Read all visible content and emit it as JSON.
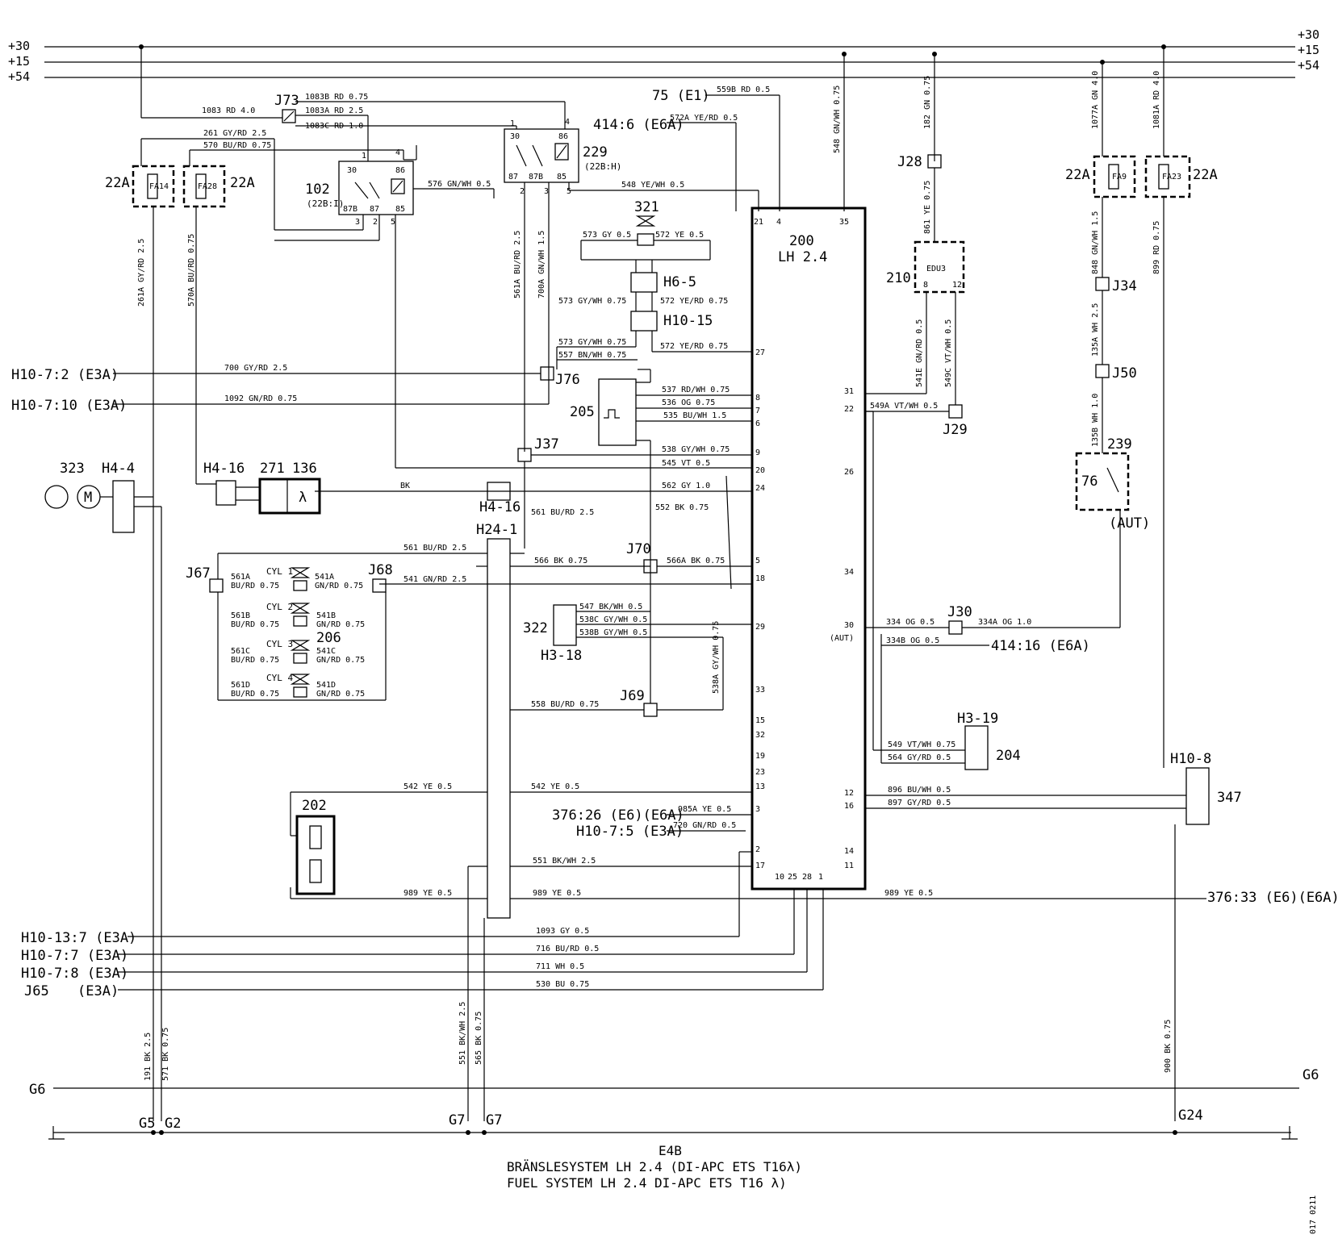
{
  "buses": {
    "left": [
      "+30",
      "+15",
      "+54"
    ],
    "right": [
      "+30",
      "+15",
      "+54"
    ]
  },
  "components": {
    "ecu": {
      "id": "200",
      "name": "LH 2.4"
    },
    "relay_102": {
      "id": "102",
      "ref": "(22B:I)",
      "pins": [
        "30",
        "86",
        "87B",
        "87",
        "85",
        "1",
        "3",
        "2",
        "4",
        "5"
      ]
    },
    "relay_229": {
      "id": "229",
      "ref": "(22B:H)",
      "pins": [
        "30",
        "86",
        "87",
        "87B",
        "85",
        "1",
        "4",
        "2",
        "3",
        "5"
      ]
    },
    "fuse_fa14": {
      "label": "FA14",
      "rating": "22A"
    },
    "fuse_fa28": {
      "label": "FA28",
      "rating": "22A"
    },
    "fuse_fa9": {
      "label": "FA9",
      "rating": "22A"
    },
    "fuse_fa23": {
      "label": "FA23",
      "rating": "22A"
    },
    "valve_321": {
      "id": "321"
    },
    "sensor_205": {
      "id": "205"
    },
    "unit_210": {
      "id": "210",
      "name": "EDU3",
      "pins": [
        "8",
        "12"
      ]
    },
    "pump_323": {
      "id": "323"
    },
    "lambda_271": {
      "id": "271"
    },
    "lambda_136": {
      "id": "136"
    },
    "injectors_206": {
      "id": "206",
      "cyl": [
        "CYL 1",
        "CYL 2",
        "CYL 3",
        "CYL 4"
      ]
    },
    "tps_322": {
      "id": "322"
    },
    "sensor_202": {
      "id": "202"
    },
    "switch_239": {
      "id": "239",
      "inner": "76",
      "note": "(AUT)"
    },
    "unit_204": {
      "id": "204"
    },
    "unit_347": {
      "id": "347"
    }
  },
  "connectors": {
    "J73": "J73",
    "J28": "J28",
    "J34": "J34",
    "J50": "J50",
    "J29": "J29",
    "J76": "J76",
    "J37": "J37",
    "J67": "J67",
    "J68": "J68",
    "J70": "J70",
    "J69": "J69",
    "J30": "J30",
    "H6_5": "H6-5",
    "H10_15": "H10-15",
    "H4_4": "H4-4",
    "H4_16a": "H4-16",
    "H4_16b": "H4-16",
    "H24_1": "H24-1",
    "H3_18": "H3-18",
    "H3_19": "H3-19",
    "H10_8": "H10-8"
  },
  "refs": {
    "r75": "75 (E1)",
    "r414a": "414:6 (E6A)",
    "r414b": "414:16 (E6A)",
    "r376a": "376:26 (E6)(E6A)",
    "r376b": "376:33 (E6)(E6A)",
    "h10_7_5": "H10-7:5 (E3A)",
    "h10_7_2": "H10-7:2 (E3A)",
    "h10_7_10": "H10-7:10 (E3A)",
    "h10_13_7": "H10-13:7 (E3A)",
    "h10_7_7": "H10-7:7 (E3A)",
    "h10_7_8": "H10-7:8 (E3A)",
    "j65": "J65",
    "j65_ref": "(E3A)"
  },
  "grounds": {
    "G6": "G6",
    "G6r": "G6",
    "G5": "G5",
    "G2": "G2",
    "G7a": "G7",
    "G7b": "G7",
    "G24": "G24"
  },
  "wires": {
    "w1083": "1083 RD 4.0",
    "w1083b": "1083B RD 0.75",
    "w1083a": "1083A RD 2.5",
    "w1083c": "1083C RD 1.0",
    "w261": "261 GY/RD 2.5",
    "w570": "570 BU/RD 0.75",
    "w576": "576 GN/WH 0.5",
    "w572a": "572A YE/RD 0.5",
    "w559b": "559B RD 0.5",
    "w548": "548 YE/WH 0.5",
    "w548g": "548 GN/WH 0.75",
    "w182": "182 GN 0.75",
    "w861": "861 YE 0.75",
    "w1077": "1077A GN 4.0",
    "w1081": "1081A RD 4.0",
    "w848": "848 GN/WH 1.5",
    "w899": "899 RD 0.75",
    "w135a": "135A WH 2.5",
    "w135b": "135B WH 1.0",
    "w573a": "573 GY 0.5",
    "w572b": "572 YE 0.5",
    "w573c": "573 GY/WH 0.75",
    "w572c": "572 YE/RD 0.75",
    "w573d": "573 GY/WH 0.75",
    "w572d": "572 YE/RD 0.75",
    "w557": "557 BN/WH 0.75",
    "w700": "700 GY/RD 2.5",
    "w1092": "1092 GN/RD 0.75",
    "w561a": "561A BU/RD 2.5",
    "w700a": "700A GN/WH 1.5",
    "w261a": "261A GY/RD 2.5",
    "w570a": "570A BU/RD 0.75",
    "w537": "537 RD/WH 0.75",
    "w536": "536 OG 0.75",
    "w535": "535 BU/WH 1.5",
    "w538": "538 GY/WH 0.75",
    "w545": "545 VT 0.5",
    "w562": "562 GY 1.0",
    "wbk": "BK",
    "w561": "561 BU/RD 2.5",
    "w566": "566 BK 0.75",
    "w566a": "566A BK 0.75",
    "w541": "541 GN/RD 2.5",
    "w552": "552 BK 0.75",
    "w561v": "561 BU/RD 2.5",
    "w547": "547 BK/WH 0.5",
    "w538c": "538C GY/WH 0.5",
    "w538b": "538B GY/WH 0.5",
    "w538a": "538A GY/WH 0.75",
    "w558": "558 BU/RD 0.75",
    "w541e": "541E GN/RD 0.5",
    "w549c": "549C VT/WH 0.5",
    "w549a": "549A VT/WH 0.5",
    "w334": "334 OG 0.5",
    "w334a": "334A OG 1.0",
    "w334b": "334B OG 0.5",
    "w549": "549 VT/WH 0.75",
    "w564": "564 GY/RD 0.5",
    "w896": "896 BU/WH 0.5",
    "w897": "897 GY/RD 0.5",
    "w542a": "542 YE 0.5",
    "w542b": "542 YE 0.5",
    "w985a": "985A YE 0.5",
    "w720": "720 GN/RD 0.5",
    "w551": "551 BK/WH 2.5",
    "w989a": "989 YE 0.5",
    "w989b": "989 YE 0.5",
    "w989c": "989 YE 0.5",
    "w1093": "1093 GY 0.5",
    "w716": "716 BU/RD 0.5",
    "w711": "711 WH 0.5",
    "w530": "530 BU 0.75",
    "w191": "191 BK 2.5",
    "w571": "571 BK 0.75",
    "w551v": "551 BK/WH 2.5",
    "w565": "565 BK 0.75",
    "w900": "900 BK 0.75",
    "inj561a": "561A",
    "inj561a2": "BU/RD 0.75",
    "inj541a": "541A",
    "inj541a2": "GN/RD 0.75",
    "inj561b": "561B",
    "inj561b2": "BU/RD 0.75",
    "inj541b": "541B",
    "inj541b2": "GN/RD 0.75",
    "inj561c": "561C",
    "inj561c2": "BU/RD 0.75",
    "inj541c": "541C",
    "inj541c2": "GN/RD 0.75",
    "inj561d": "561D",
    "inj561d2": "BU/RD 0.75",
    "inj541d": "541D",
    "inj541d2": "GN/RD 0.75"
  },
  "ecu_pins": {
    "p21": "21",
    "p4": "4",
    "p35": "35",
    "p27": "27",
    "p8": "8",
    "p7": "7",
    "p6": "6",
    "p9": "9",
    "p20": "20",
    "p24": "24",
    "p5": "5",
    "p18": "18",
    "p29": "29",
    "p33": "33",
    "p15": "15",
    "p32": "32",
    "p19": "19",
    "p23": "23",
    "p13": "13",
    "p3": "3",
    "p2": "2",
    "p17": "17",
    "p31": "31",
    "p22": "22",
    "p26": "26",
    "p34": "34",
    "p30": "30",
    "p30aut": "(AUT)",
    "p12": "12",
    "p16": "16",
    "p14": "14",
    "p11": "11",
    "bottom": [
      "10",
      "25",
      "28",
      "1"
    ]
  },
  "title": {
    "code": "E4B",
    "line1": "BRÄNSLESYSTEM LH 2.4 (DI-APC ETS T16λ)",
    "line2": "FUEL SYSTEM LH 2.4  DI-APC ETS T16 λ)"
  },
  "doc_ref": "017 0211"
}
